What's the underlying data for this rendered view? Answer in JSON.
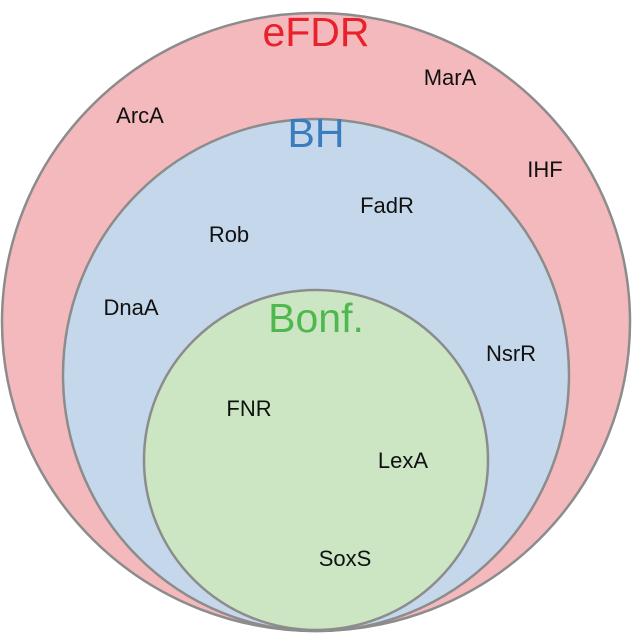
{
  "sets": {
    "efdr": {
      "title": "eFDR",
      "title_color": "#e8212b",
      "fill": "#f4b9bc",
      "stroke": "#8c8c8c"
    },
    "bh": {
      "title": "BH",
      "title_color": "#3a7dbf",
      "fill": "#c5d7ea",
      "stroke": "#8c8c8c"
    },
    "bonf": {
      "title": "Bonf.",
      "title_color": "#4eb84e",
      "fill": "#cce6c4",
      "stroke": "#8c8c8c"
    }
  },
  "items": {
    "efdr_only": [
      "ArcA",
      "MarA",
      "IHF"
    ],
    "bh_only": [
      "FadR",
      "Rob",
      "DnaA",
      "NsrR"
    ],
    "bonf": [
      "FNR",
      "LexA",
      "SoxS"
    ]
  }
}
